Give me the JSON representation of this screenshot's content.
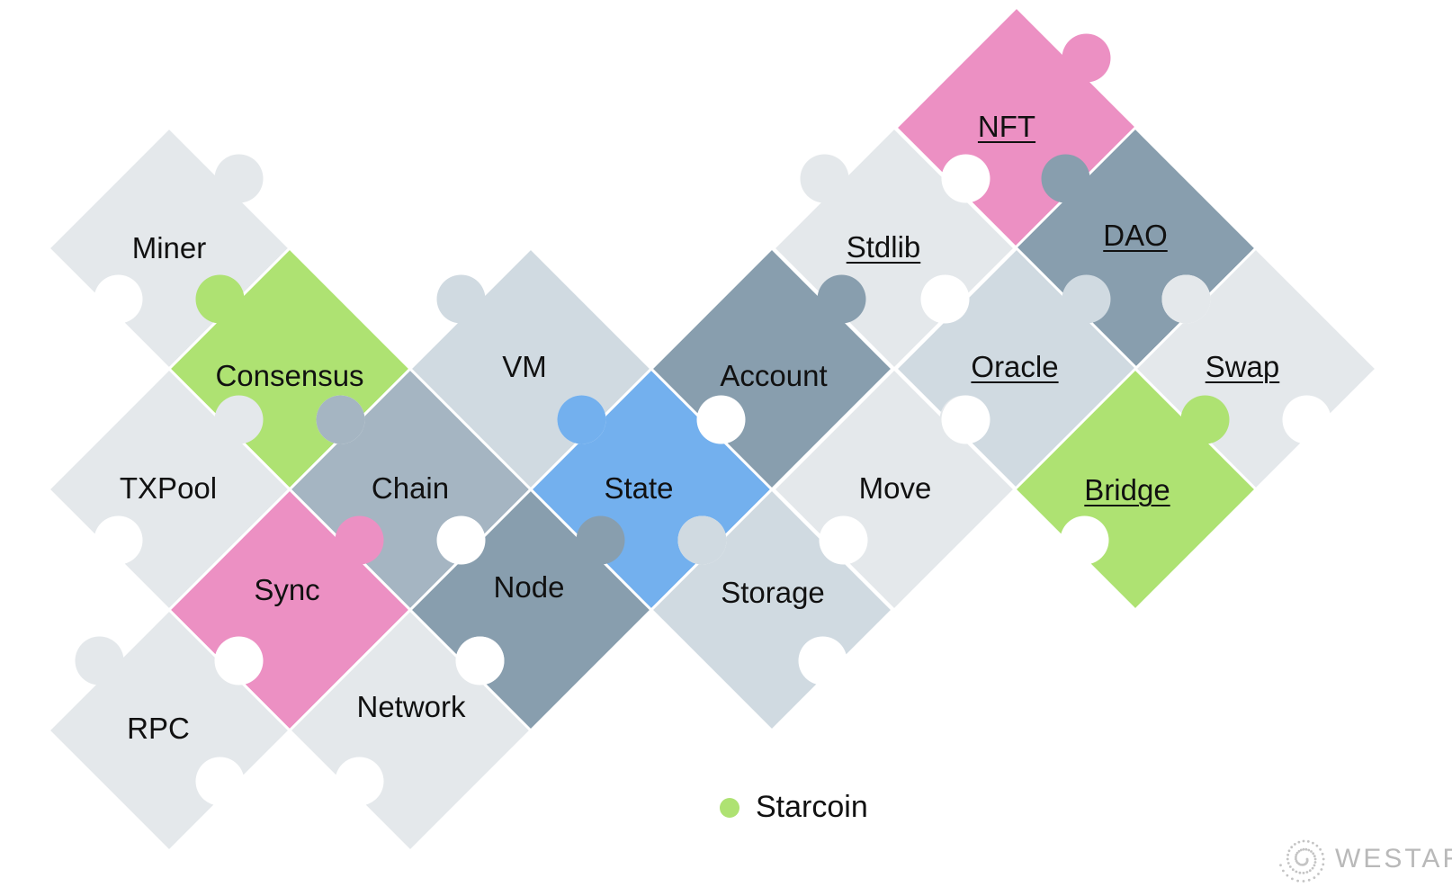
{
  "colors": {
    "light": "#e4e8eb",
    "pale": "#d0dae1",
    "mid": "#a5b5c2",
    "dark": "#889eae",
    "green": "#aee272",
    "pink": "#ec90c3",
    "blue": "#73b0ee"
  },
  "pieces": [
    {
      "key": "miner",
      "label": "Miner",
      "tone": "light",
      "underline": false
    },
    {
      "key": "consensus",
      "label": "Consensus",
      "tone": "green",
      "underline": false
    },
    {
      "key": "txpool",
      "label": "TXPool",
      "tone": "light",
      "underline": false
    },
    {
      "key": "chain",
      "label": "Chain",
      "tone": "mid",
      "underline": false
    },
    {
      "key": "sync",
      "label": "Sync",
      "tone": "pink",
      "underline": false
    },
    {
      "key": "rpc",
      "label": "RPC",
      "tone": "light",
      "underline": false
    },
    {
      "key": "network",
      "label": "Network",
      "tone": "light",
      "underline": false
    },
    {
      "key": "vm",
      "label": "VM",
      "tone": "pale",
      "underline": false
    },
    {
      "key": "node",
      "label": "Node",
      "tone": "dark",
      "underline": false
    },
    {
      "key": "state",
      "label": "State",
      "tone": "blue",
      "underline": false
    },
    {
      "key": "account",
      "label": "Account",
      "tone": "dark",
      "underline": false
    },
    {
      "key": "storage",
      "label": "Storage",
      "tone": "pale",
      "underline": false
    },
    {
      "key": "move",
      "label": "Move",
      "tone": "light",
      "underline": false
    },
    {
      "key": "stdlib",
      "label": "Stdlib",
      "tone": "light",
      "underline": true
    },
    {
      "key": "nft",
      "label": "NFT",
      "tone": "pink",
      "underline": true
    },
    {
      "key": "dao",
      "label": "DAO",
      "tone": "dark",
      "underline": true
    },
    {
      "key": "oracle",
      "label": "Oracle",
      "tone": "pale",
      "underline": true
    },
    {
      "key": "swap",
      "label": "Swap",
      "tone": "light",
      "underline": true
    },
    {
      "key": "bridge",
      "label": "Bridge",
      "tone": "green",
      "underline": true
    }
  ],
  "legend": {
    "label": "Starcoin",
    "color": "#aee272"
  },
  "brand": {
    "name": "WESTAR",
    "icon": "spiral-logo-icon"
  }
}
